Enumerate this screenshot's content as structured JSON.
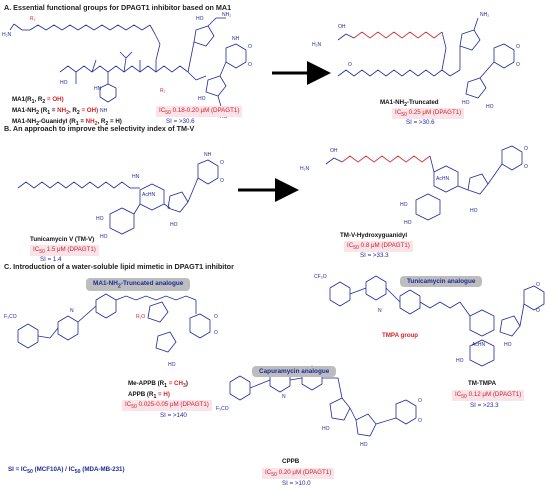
{
  "sections": {
    "a_title": "A. Essential functional groups for DPAGT1 inhibitor based on  MA1",
    "b_title": "B. An approach to improve the selectivity index of TM-V",
    "c_title": "C. Introduction of a water-soluble lipid mimetic in DPAGT1 inhibitor"
  },
  "panel_a": {
    "left": {
      "name1": "MA1(R",
      "name1_tail": " = OH)",
      "name2": "MA1-NH",
      "name2_tail": " = OH)",
      "name3": "MA1-NH",
      "name3_tail": "-Guanidyl  (R",
      "ic50": "IC",
      "ic50_val": " 0.18-0.20 μM (DPAGT1)",
      "si": "SI = >30.6"
    },
    "right": {
      "name": "MA1-NH",
      "name_tail": "-Truncated",
      "ic50_val": " 0.25 μM (DPAGT1)",
      "si": "SI = >30.6"
    }
  },
  "panel_b": {
    "left": {
      "name": "Tunicamycin V (TM-V)",
      "ic50_val": " 1.5 μM (DPAGT1)",
      "si": "SI = 1.4"
    },
    "right": {
      "name": "TM-V-Hydroxyguanidyl",
      "ic50_val": " 0.8 μM (DPAGT1)",
      "si": "SI = >33.3"
    }
  },
  "panel_c": {
    "tag_ma1": "MA1-NH",
    "tag_ma1_tail": "-Truncated analogue",
    "tag_tm": "Tunicamycin analogue",
    "tag_cap": "Capuramycin analogue",
    "me_appb": "Me-APPB (R",
    "me_appb_tail": " = CH",
    "appb": "APPB (R",
    "appb_tail": " = H)",
    "appb_ic50_val": " 0.025-0.05 μM (DPAGT1)",
    "appb_si": "SI = >140",
    "tmpa_group": "TMPA group",
    "tm_tmpa": "TM-TMPA",
    "tmtmpa_ic50_val": " 0.12 μM (DPAGT1)",
    "tmtmpa_si": "SI = >23.3",
    "cppb": "CPPB",
    "cppb_ic50_val": " 0.20 μM (DPAGT1)",
    "cppb_si": "SI = >10.0",
    "si_def": "SI = IC",
    "si_def_mid": " (MCF10A) / IC",
    "si_def_tail": " (MDA-MB-231)"
  },
  "atom_labels": {
    "oh": "OH",
    "nh2": "NH",
    "nh": "NH",
    "hn": "HN",
    "o": "O",
    "n": "N",
    "h": "H",
    "hooc_oh": "HO",
    "acnh": "AcHN",
    "cf3o": "CF",
    "r1": "R",
    "r2": "R"
  },
  "colors": {
    "structure": "#1f2a9a",
    "highlight": "#d2232a",
    "lipid": "#d2232a",
    "box_pink": "#fbe3ea",
    "tag_grey": "#bdbdbd"
  }
}
